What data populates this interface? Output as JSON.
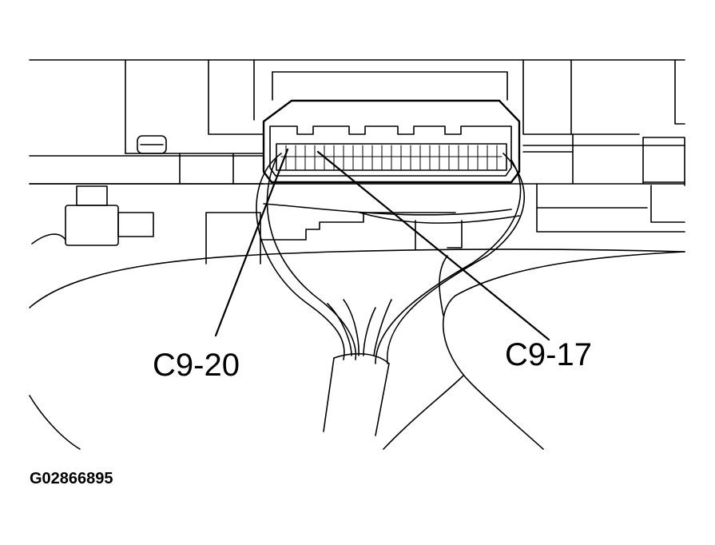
{
  "callouts": {
    "pin_c9_20": "C9-20",
    "pin_c9_17": "C9-17"
  },
  "figure_id": "G02866895",
  "colors": {
    "line": "#000000",
    "background": "#ffffff"
  }
}
